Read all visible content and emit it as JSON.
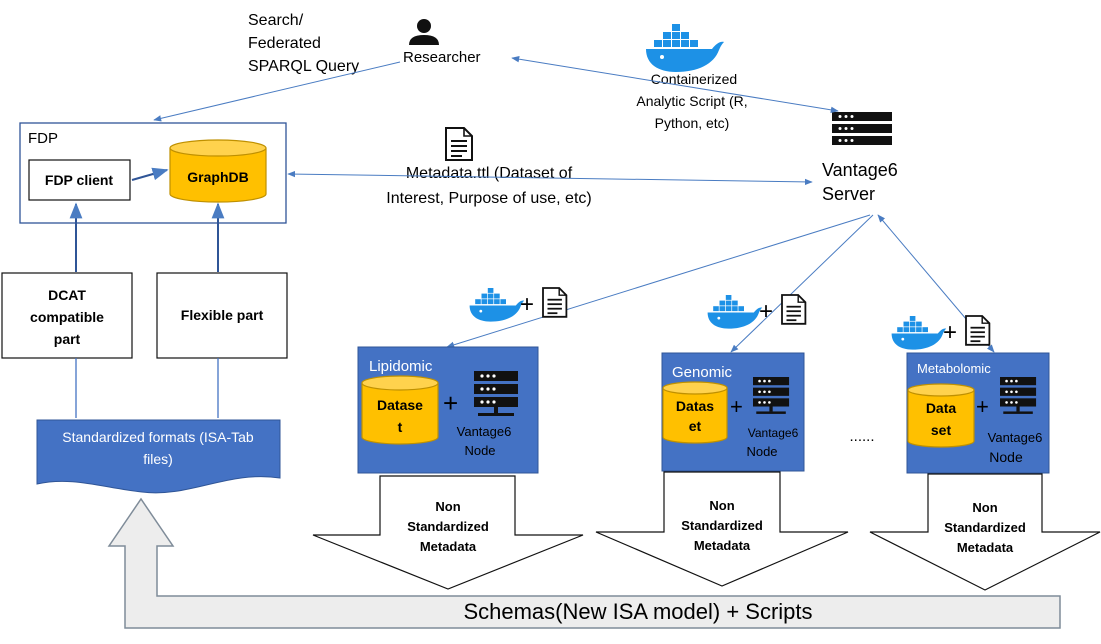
{
  "researcher": {
    "query_label": [
      "Search/",
      "Federated",
      "SPARQL Query"
    ],
    "label": "Researcher"
  },
  "container": {
    "script_label": [
      "Containerized",
      "Analytic Script (R,",
      "Python, etc)"
    ]
  },
  "server": {
    "label": [
      "Vantage6",
      "Server"
    ]
  },
  "metadata_ttl": {
    "label": [
      "Metadata.ttl (Dataset of",
      "Interest, Purpose of use, etc)"
    ]
  },
  "fdp": {
    "title": "FDP",
    "client": "FDP client",
    "graphdb": "GraphDB"
  },
  "parts": {
    "dcat": [
      "DCAT",
      "compatible",
      "part"
    ],
    "flexible": "Flexible part"
  },
  "standardized": {
    "label": [
      "Standardized formats (ISA-Tab",
      "files)"
    ]
  },
  "nodes": [
    {
      "title": "Lipidomic",
      "dataset": [
        "Datase",
        "t"
      ],
      "node_label": [
        "Vantage6",
        "Node"
      ],
      "metadata": [
        "Non",
        "Standardized",
        "Metadata"
      ]
    },
    {
      "title": "Genomic",
      "dataset": [
        "Datas",
        "et"
      ],
      "node_label": [
        "Vantage6",
        "Node"
      ],
      "metadata": [
        "Non",
        "Standardized",
        "Metadata"
      ]
    },
    {
      "title": "Metabolomic",
      "dataset": [
        "Data",
        "set"
      ],
      "node_label": [
        "Vantage6",
        "Node"
      ],
      "metadata": [
        "Non",
        "Standardized",
        "Metadata"
      ]
    }
  ],
  "ellipsis": "......",
  "schemas": {
    "label": "Schemas(New ISA model) + Scripts"
  },
  "colors": {
    "node_blue": "#4472C4",
    "node_blue_dark": "#2F5597",
    "dataset_gold": "#FFC000",
    "dataset_stroke": "#BF9000",
    "arrow_blue": "#4A7CC2",
    "docker_blue": "#1D91E6",
    "arrow_gray_fill": "#EDEDED",
    "arrow_gray_stroke": "#7F8C99"
  }
}
